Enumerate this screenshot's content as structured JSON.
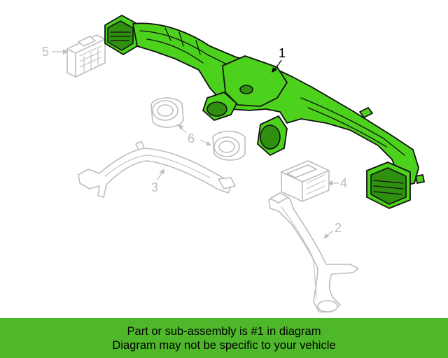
{
  "diagram": {
    "callouts": [
      {
        "id": "1",
        "label": "1"
      },
      {
        "id": "2",
        "label": "2"
      },
      {
        "id": "3",
        "label": "3"
      },
      {
        "id": "4",
        "label": "4"
      },
      {
        "id": "5",
        "label": "5"
      },
      {
        "id": "6",
        "label": "6"
      }
    ],
    "highlighted_part": "1",
    "colors": {
      "highlight": "#4cd11c",
      "banner": "#4fb82a",
      "ghost_stroke": "#bdbdbd",
      "callout_active": "#000000",
      "callout_inactive": "#bdbdbd"
    }
  },
  "banner": {
    "line1": "Part or sub-assembly is #1 in diagram",
    "line2": "Diagram may not be specific to your vehicle"
  }
}
